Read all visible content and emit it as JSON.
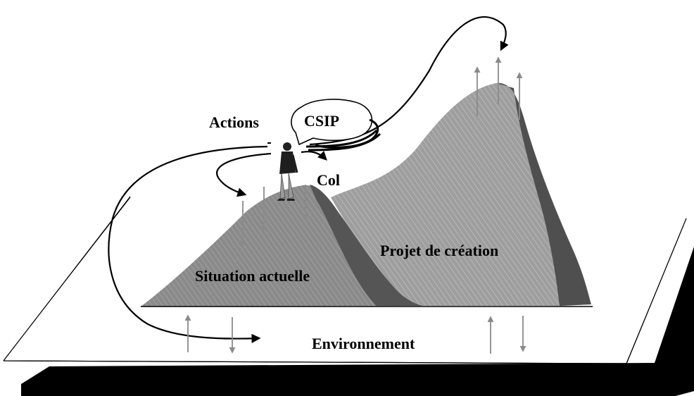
{
  "labels": {
    "actions": "Actions",
    "csip": "CSIP",
    "col": "Col",
    "current_situation": "Situation actuelle",
    "creation_project": "Projet de création",
    "environment": "Environnement"
  },
  "colors": {
    "mountain_light": "#a9a9a9",
    "mountain_mid": "#8c8c8c",
    "mountain_dark": "#5a5a5a",
    "arrow_gray": "#8a8a8a",
    "shadow": "#000000",
    "plane": "#ffffff"
  }
}
